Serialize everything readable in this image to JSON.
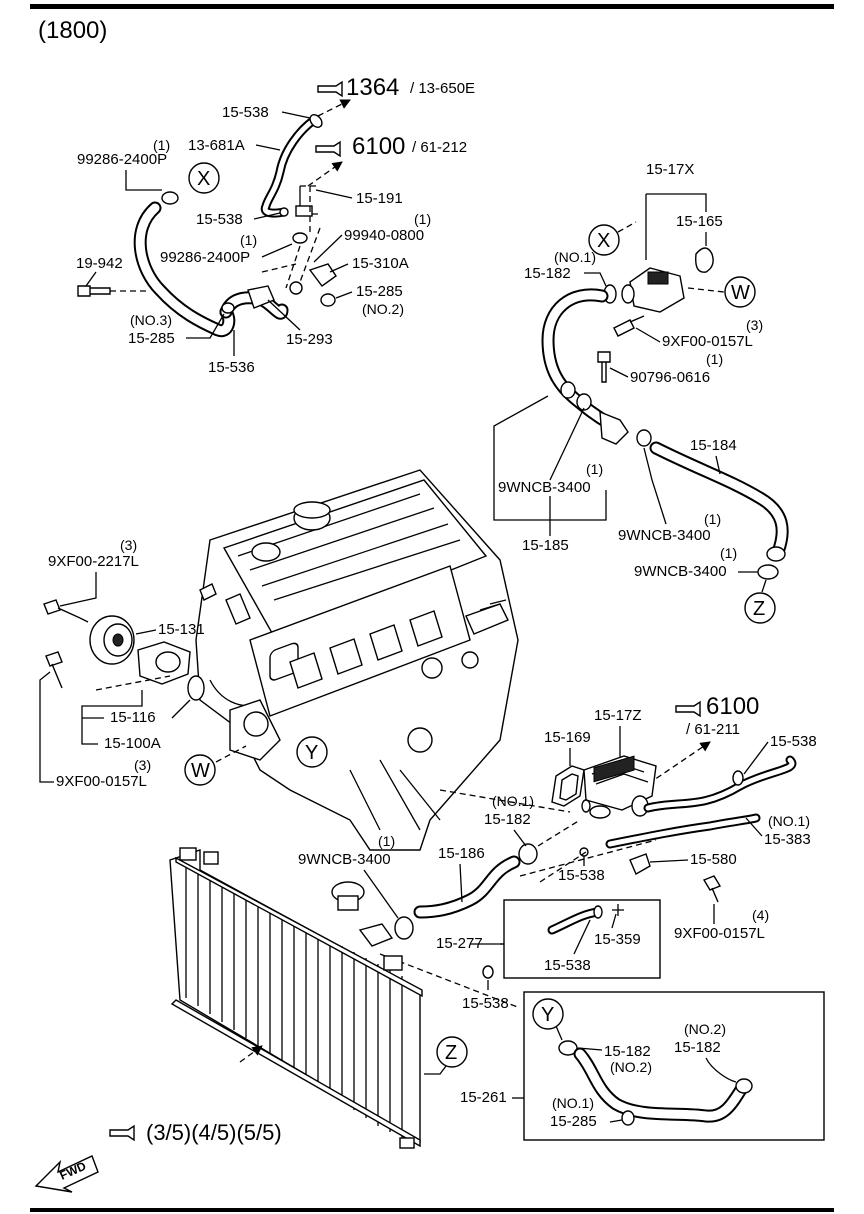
{
  "diagram_code": "(1800)",
  "references": {
    "ref1_num": "1364",
    "ref1_sub": "/ 13-650E",
    "ref2_num": "6100",
    "ref2_sub": "/ 61-212",
    "ref3_num": "6100",
    "ref3_sub": "/ 61-211",
    "bottom_ref": "(3/5)(4/5)(5/5)"
  },
  "markers": {
    "x1": "X",
    "x2": "X",
    "w1": "W",
    "w2": "W",
    "y1": "Y",
    "y2": "Y",
    "z1": "Z",
    "z2": "Z"
  },
  "fwd_label": "FWD",
  "labels": {
    "p15_538_a": "15-538",
    "p13_681a_qty": "(1)",
    "p13_681a": "13-681A",
    "p99286_a": "99286-2400P",
    "p15_191": "15-191",
    "p15_538_b": "15-538",
    "p99940_qty": "(1)",
    "p99940": "99940-0800",
    "p99286_b_qty": "(1)",
    "p99286_b": "99286-2400P",
    "p19_942": "19-942",
    "p15_310a": "15-310A",
    "p15_285_a": "15-285",
    "p15_285_a_no": "(NO.2)",
    "p15_285_b_no": "(NO.3)",
    "p15_285_b": "15-285",
    "p15_293": "15-293",
    "p15_536": "15-536",
    "p15_17x": "15-17X",
    "p15_165": "15-165",
    "p15_182_a_no": "(NO.1)",
    "p15_182_a": "15-182",
    "p9xf00_0157l_a_qty": "(3)",
    "p9xf00_0157l_a": "9XF00-0157L",
    "p90796_qty": "(1)",
    "p90796": "90796-0616",
    "p15_184": "15-184",
    "p9wncb_a_qty": "(1)",
    "p9wncb_a": "9WNCB-3400",
    "p9wncb_b_qty": "(1)",
    "p9wncb_b": "9WNCB-3400",
    "p9wncb_c_qty": "(1)",
    "p9wncb_c": "9WNCB-3400",
    "p15_185": "15-185",
    "p9xf00_2217l_qty": "(3)",
    "p9xf00_2217l": "9XF00-2217L",
    "p15_131": "15-131",
    "p15_116": "15-116",
    "p15_100a": "15-100A",
    "p9xf00_0157l_b_qty": "(3)",
    "p9xf00_0157l_b": "9XF00-0157L",
    "p15_17z": "15-17Z",
    "p15_169": "15-169",
    "p15_538_c": "15-538",
    "p15_383_no": "(NO.1)",
    "p15_383": "15-383",
    "p15_182_b_no": "(NO.1)",
    "p15_182_b": "15-182",
    "p15_186": "15-186",
    "p9wncb_d_qty": "(1)",
    "p9wncb_d": "9WNCB-3400",
    "p15_580": "15-580",
    "p15_538_d": "15-538",
    "p9xf00_0157l_c_qty": "(4)",
    "p9xf00_0157l_c": "9XF00-0157L",
    "p15_277": "15-277",
    "p15_359": "15-359",
    "p15_538_e": "15-538",
    "p15_538_f": "15-538",
    "p15_182_c": "15-182",
    "p15_182_c_no": "(NO.2)",
    "p15_182_d_no": "(NO.2)",
    "p15_182_d": "15-182",
    "p15_261": "15-261",
    "p15_285_c_no": "(NO.1)",
    "p15_285_c": "15-285"
  }
}
